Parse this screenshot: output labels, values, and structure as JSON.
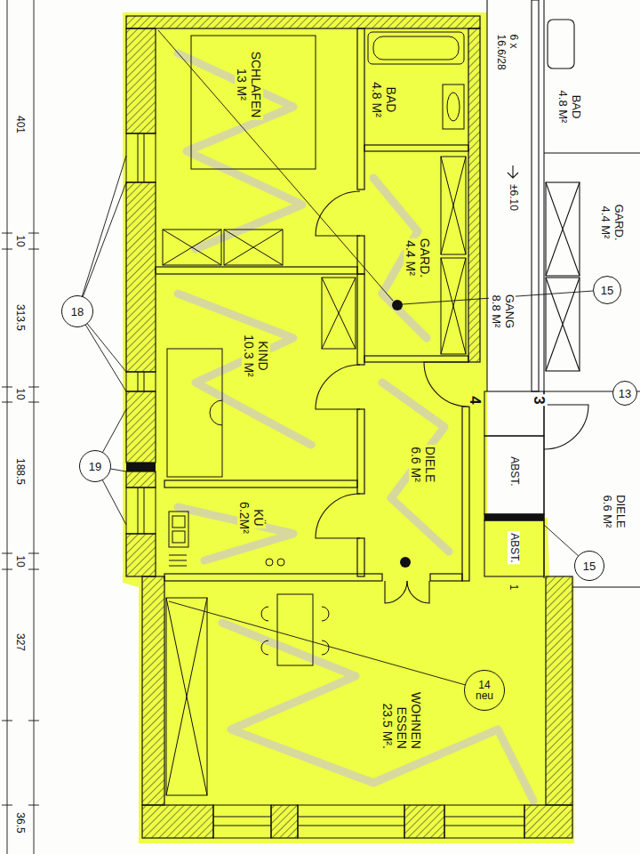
{
  "diagram": {
    "nodes": [
      {
        "text": [
          "SCHLAFEN",
          "13 M²"
        ]
      },
      {
        "text": [
          "BAD",
          "4.8 M²"
        ]
      },
      {
        "text": [
          "GARD.",
          "4.4 M²"
        ]
      },
      {
        "text": [
          "KIND",
          "10.3 M²"
        ]
      },
      {
        "text": [
          "DIELE",
          "6.6 M²"
        ]
      },
      {
        "text": [
          "KÜ",
          "6.2M²"
        ]
      },
      {
        "text": [
          "WOHNEN ESSEN",
          "23.5 M²."
        ]
      },
      {
        "text": [
          "BAD",
          "4.8 M²"
        ]
      },
      {
        "text": [
          "GARD.",
          "4.4 M²"
        ]
      },
      {
        "text": [
          "GANG",
          "8.8 M²"
        ]
      },
      {
        "text": [
          "DIELE",
          "6.6 M²"
        ]
      },
      {
        "text": [
          "ABST."
        ]
      },
      {
        "text": [
          "ABST."
        ]
      },
      {
        "text": [
          "18"
        ]
      },
      {
        "text": [
          "19"
        ]
      },
      {
        "text": [
          "15"
        ]
      },
      {
        "text": [
          "13"
        ]
      },
      {
        "text": [
          "15"
        ]
      },
      {
        "text": [
          "14 neu"
        ]
      }
    ],
    "labels": [
      "401",
      "10",
      "313.5",
      "10",
      "188.5",
      "10",
      "327",
      "36.5",
      "6 x 16.6/28",
      "±6.10",
      "4",
      "3",
      "1"
    ]
  }
}
